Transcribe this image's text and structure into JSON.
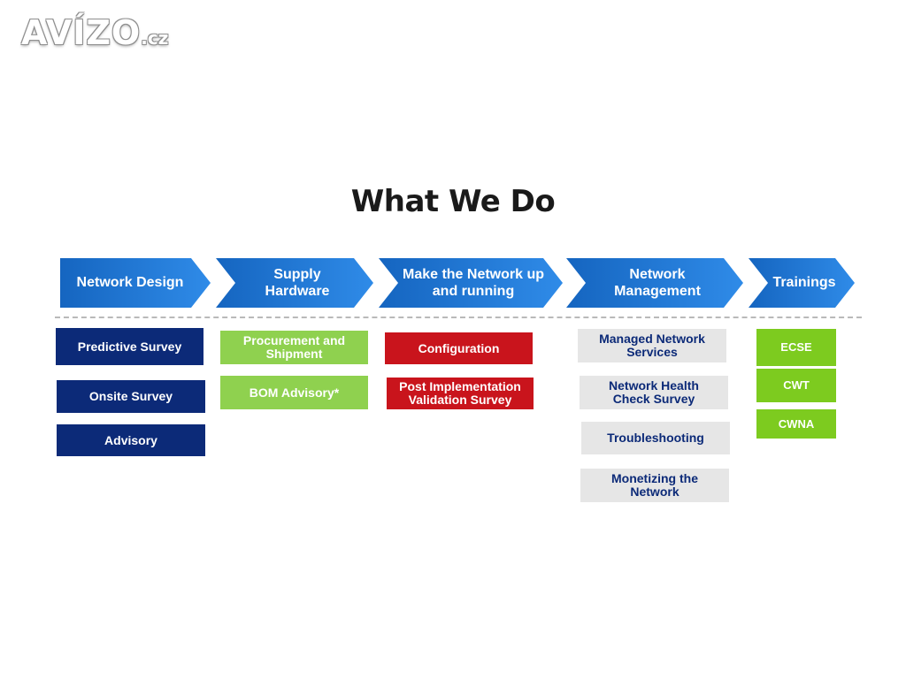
{
  "logo": {
    "name": "AVÍZO",
    "tld": ".cz"
  },
  "title": "What We Do",
  "colors": {
    "chevron_dark": "#1565c0",
    "chevron_light": "#2f8be8",
    "navy": "#0c2a78",
    "green": "#8fd14f",
    "red": "#c9141c",
    "gray": "#e6e6e6",
    "lime": "#7dcb1f"
  },
  "stages": [
    {
      "label": "Network Design"
    },
    {
      "label": "Supply\nHardware"
    },
    {
      "label": "Make the Network up\nand running"
    },
    {
      "label": "Network\nManagement"
    },
    {
      "label": "Trainings"
    }
  ],
  "columns": {
    "network_design": [
      "Predictive Survey",
      "Onsite Survey",
      "Advisory"
    ],
    "supply_hardware": [
      "Procurement and\nShipment",
      "BOM Advisory*"
    ],
    "make_network": [
      "Configuration",
      "Post Implementation\nValidation Survey"
    ],
    "network_management": [
      "Managed Network\nServices",
      "Network Health\nCheck Survey",
      "Troubleshooting",
      "Monetizing the\nNetwork"
    ],
    "trainings": [
      "ECSE",
      "CWT",
      "CWNA"
    ]
  }
}
